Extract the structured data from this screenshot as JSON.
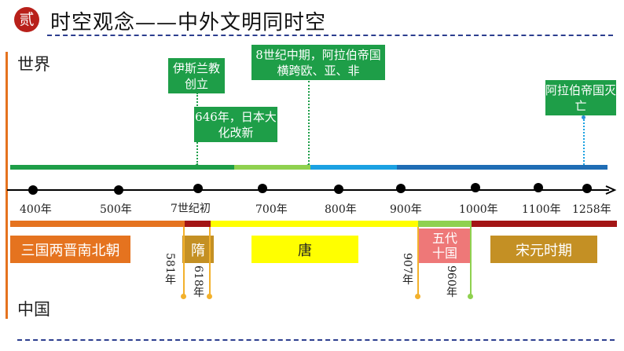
{
  "title": {
    "badge": "贰",
    "text": "时空观念——中外文明同时空"
  },
  "sides": {
    "world": "世界",
    "china": "中国"
  },
  "world_events": [
    {
      "text": "伊斯兰教创立"
    },
    {
      "text": "646年，日本大化改新"
    },
    {
      "text": "8世纪中期，阿拉伯帝国横跨欧、亚、非"
    },
    {
      "text": "阿拉伯帝国灭亡"
    }
  ],
  "timeline_years": [
    "400年",
    "500年",
    "7世纪初",
    "700年",
    "800年",
    "900年",
    "1000年",
    "1100年",
    "1258年"
  ],
  "dynasties": [
    {
      "name": "三国两晋南北朝",
      "color": "#e5731f"
    },
    {
      "name": "隋",
      "color": "#c49024"
    },
    {
      "name": "唐",
      "color": "#ffff00"
    },
    {
      "name": "五代十国",
      "color": "#ee7878"
    },
    {
      "name": "宋元时期",
      "color": "#c49024"
    }
  ],
  "boundary_years": [
    "581年",
    "618年",
    "907年",
    "960年"
  ],
  "colors": {
    "badge": "#b8201a",
    "dash": "#2c3e8f",
    "world_event": "#1e9e48",
    "axis_orange": "#e5731f",
    "band_green": "#1e9e48",
    "band_lightgreen": "#8fd14f",
    "band_sky": "#1ba1e2",
    "band_blue": "#1f6db5",
    "band_darkred": "#a31515",
    "vline_orange": "#f3b12c",
    "vline_green": "#8fd14f"
  }
}
